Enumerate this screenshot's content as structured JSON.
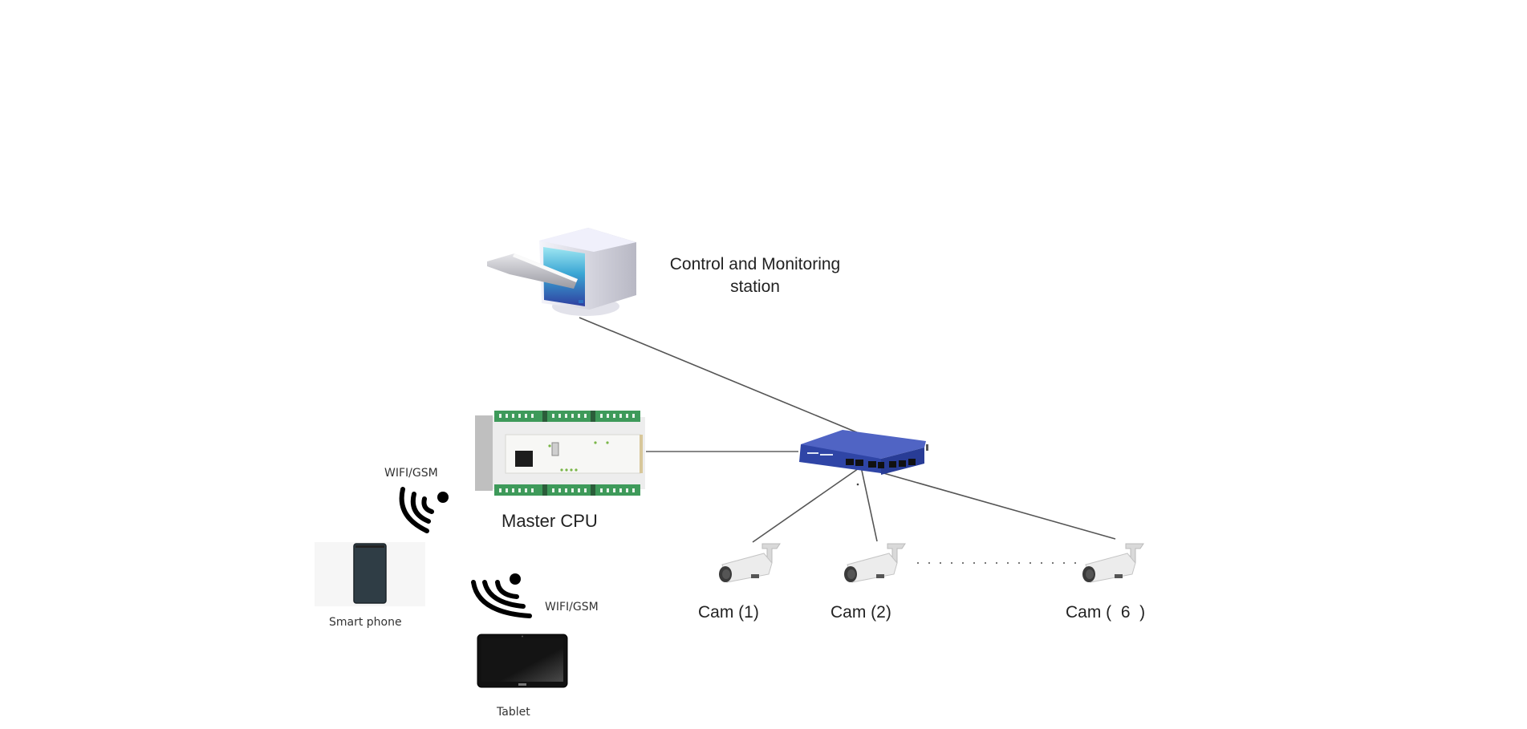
{
  "diagram": {
    "type": "network topology",
    "nodes": {
      "station": {
        "label_line1": "Control and Monitoring",
        "label_line2": "station",
        "icon": "desktop-computer-icon"
      },
      "master": {
        "label": "Master CPU",
        "icon": "plc-controller-icon"
      },
      "switch": {
        "label": "",
        "icon": "network-switch-icon",
        "color": "#3a4fa8"
      },
      "wifi_top": {
        "label": "WIFI/GSM",
        "icon": "wireless-signal-icon"
      },
      "wifi_bottom": {
        "label": "WIFI/GSM",
        "icon": "wireless-signal-icon"
      },
      "phone": {
        "label": "Smart phone",
        "icon": "smartphone-icon"
      },
      "tablet": {
        "label": "Tablet",
        "icon": "tablet-icon"
      },
      "cameras": [
        {
          "label": "Cam (1)",
          "icon": "bullet-camera-icon"
        },
        {
          "label": "Cam (2)",
          "icon": "bullet-camera-icon"
        },
        {
          "label": "Cam (  6  )",
          "icon": "bullet-camera-icon"
        }
      ]
    },
    "edges": [
      {
        "from": "station",
        "to": "switch",
        "style": "solid"
      },
      {
        "from": "master",
        "to": "switch",
        "style": "solid"
      },
      {
        "from": "switch",
        "to": "cam1",
        "style": "solid"
      },
      {
        "from": "switch",
        "to": "cam2",
        "style": "solid"
      },
      {
        "from": "switch",
        "to": "cam6",
        "style": "solid"
      },
      {
        "from": "cam2",
        "to": "cam6",
        "style": "dotted"
      }
    ],
    "colors": {
      "line": "#555555",
      "dotted": "#777777",
      "phone_screen": "#2f3d45",
      "tablet_screen": "#1a1a1a"
    }
  }
}
